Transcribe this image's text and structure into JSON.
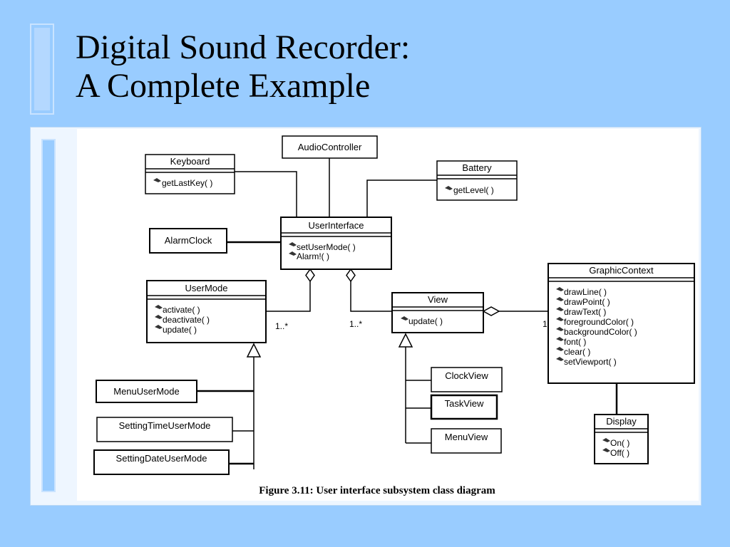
{
  "slide": {
    "title_line1": "Digital Sound Recorder:",
    "title_line2": "A Complete Example"
  },
  "diagram": {
    "caption": "Figure 3.11: User interface subsystem class diagram",
    "classes": {
      "keyboard": {
        "name": "Keyboard",
        "ops": [
          "getLastKey( )"
        ]
      },
      "audio_controller": {
        "name": "AudioController"
      },
      "battery": {
        "name": "Battery",
        "ops": [
          "getLevel( )"
        ]
      },
      "alarm_clock": {
        "name": "AlarmClock"
      },
      "user_interface": {
        "name": "UserInterface",
        "ops": [
          "setUserMode( )",
          "Alarm!( )"
        ]
      },
      "user_mode": {
        "name": "UserMode",
        "ops": [
          "activate( )",
          "deactivate( )",
          "update( )"
        ]
      },
      "view": {
        "name": "View",
        "ops": [
          "update( )"
        ]
      },
      "graphic_context": {
        "name": "GraphicContext",
        "ops": [
          "drawLine( )",
          "drawPoint( )",
          "drawText( )",
          "foregroundColor( )",
          "backgroundColor( )",
          "font( )",
          "clear( )",
          "setViewport( )"
        ]
      },
      "display": {
        "name": "Display",
        "ops": [
          "On( )",
          "Off( )"
        ]
      },
      "menu_user_mode": {
        "name": "MenuUserMode"
      },
      "setting_time_user_mode": {
        "name": "SettingTimeUserMode"
      },
      "setting_date_user_mode": {
        "name": "SettingDateUserMode"
      },
      "clock_view": {
        "name": "ClockView"
      },
      "task_view": {
        "name": "TaskView"
      },
      "menu_view": {
        "name": "MenuView"
      }
    },
    "multiplicities": {
      "ui_usermode": "1..*",
      "ui_view": "1..*",
      "view_graphic": "1"
    }
  }
}
